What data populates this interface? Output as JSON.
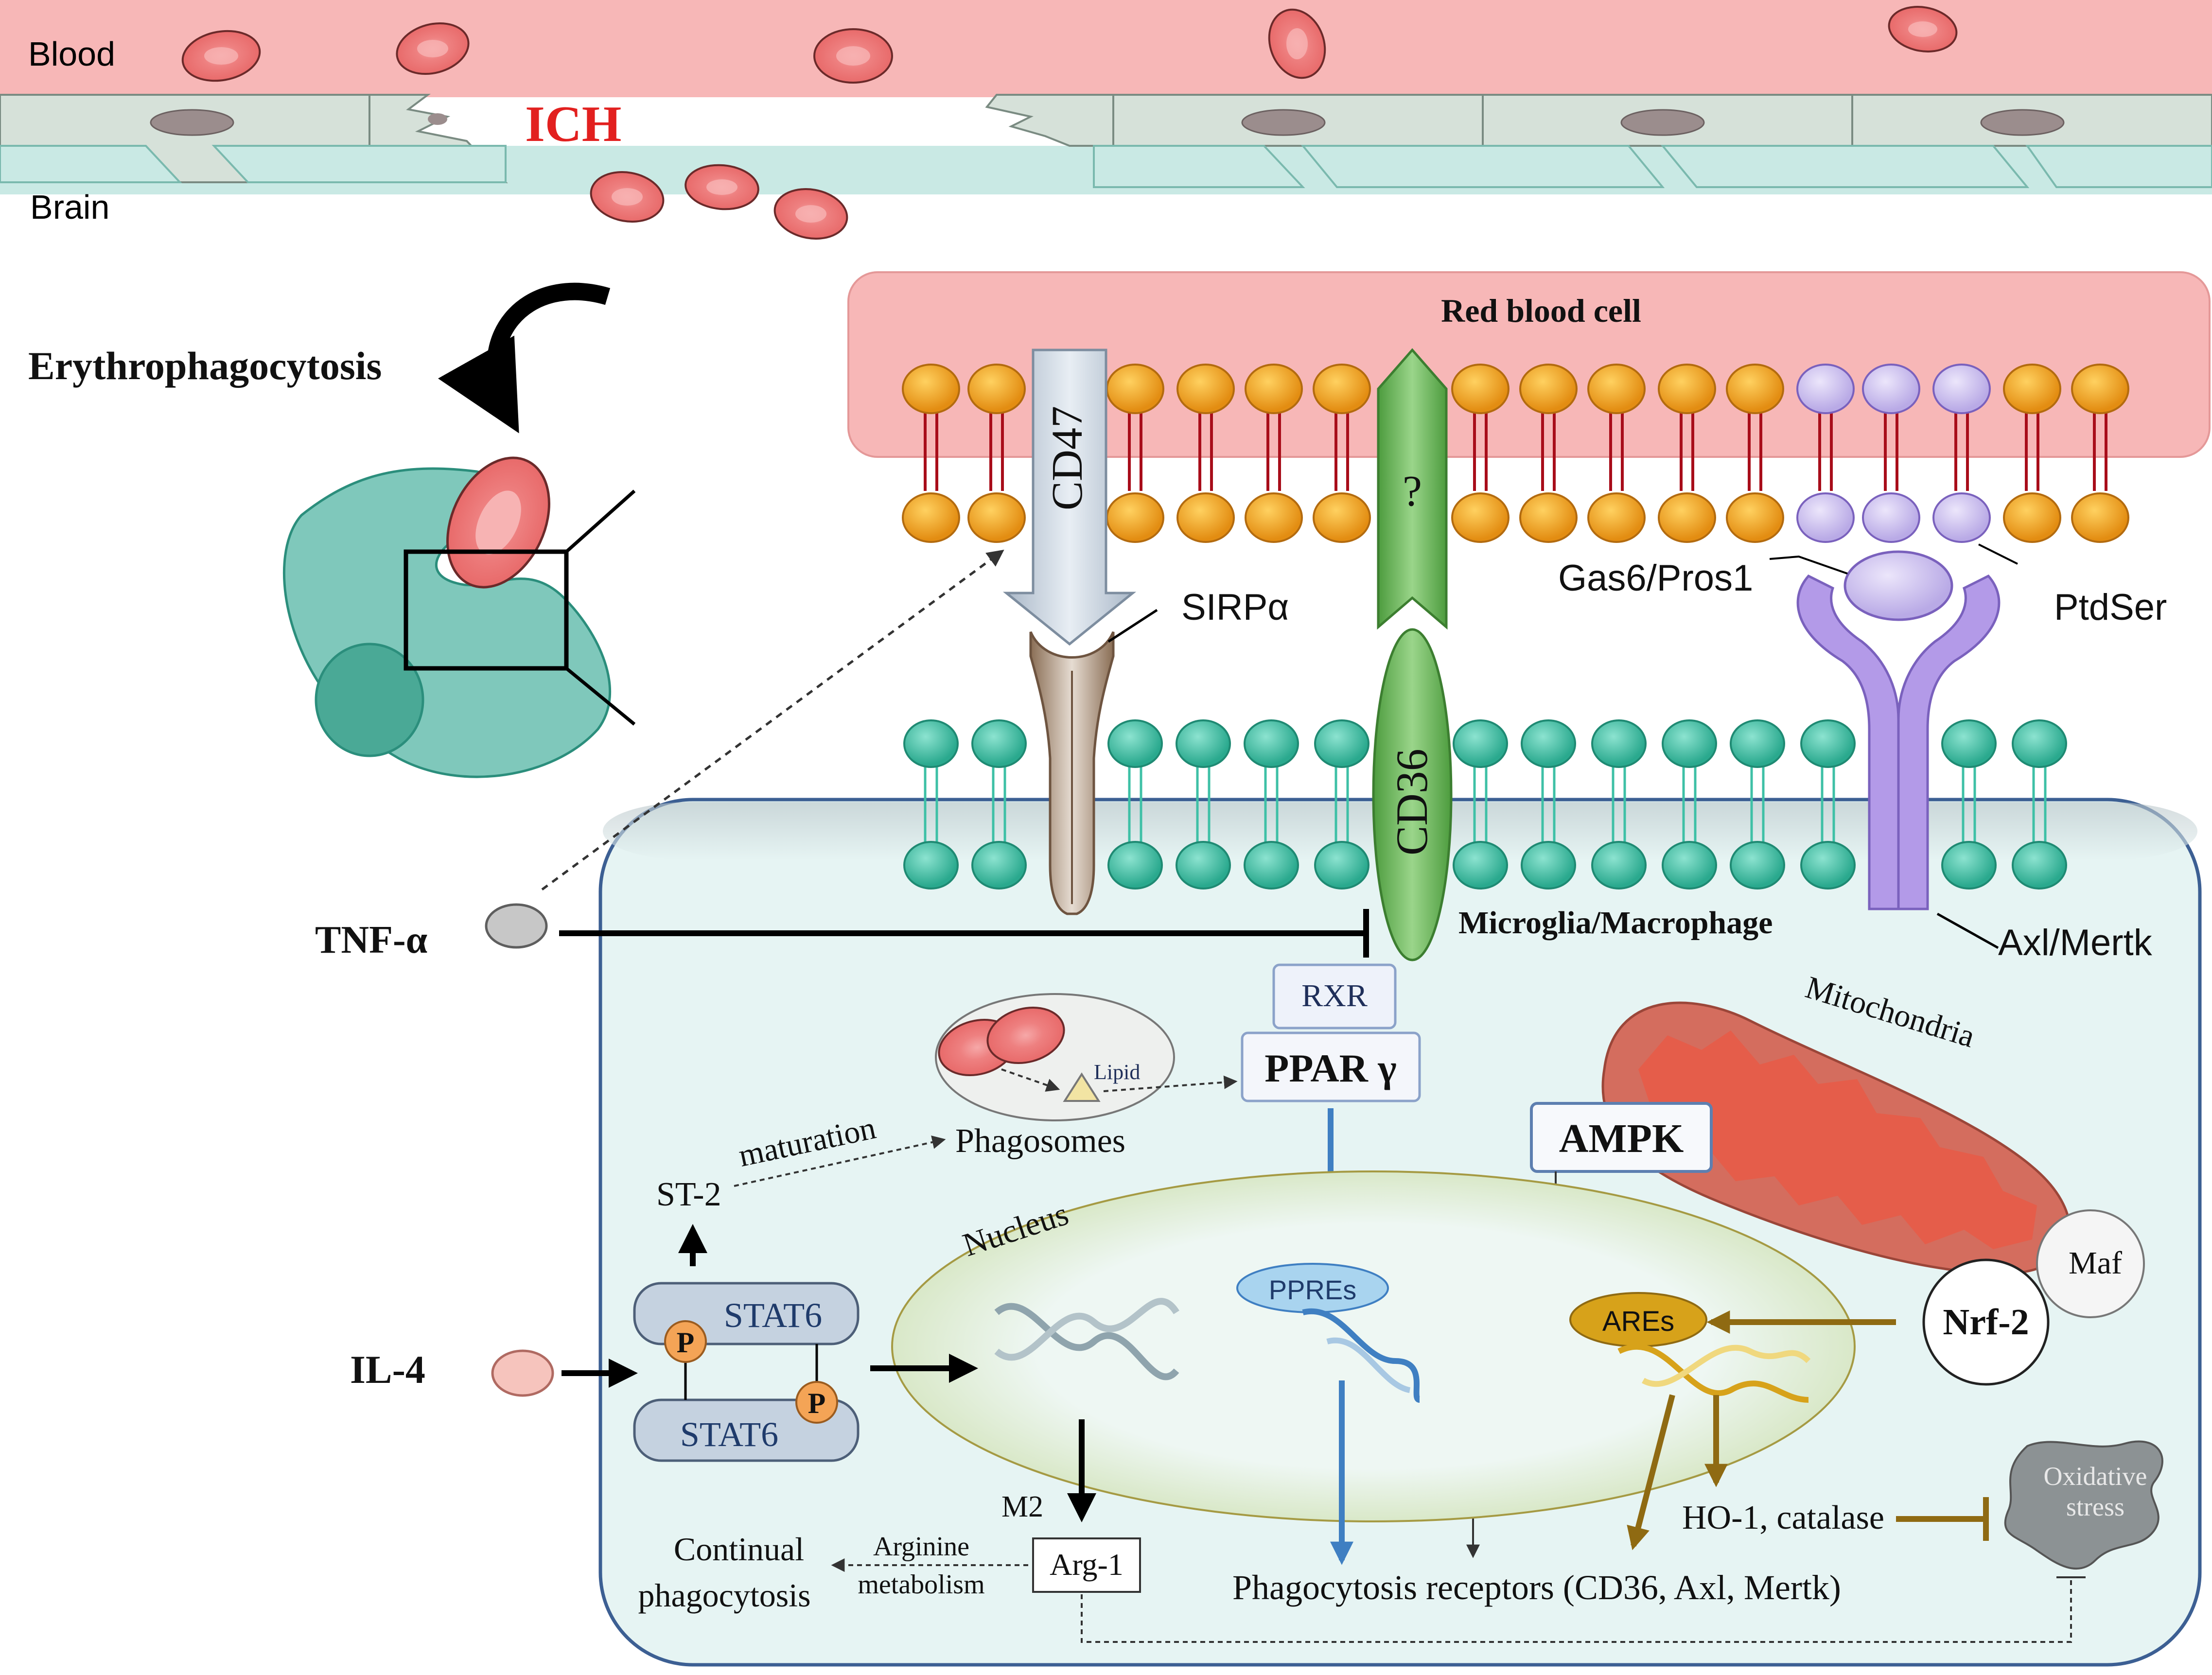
{
  "labels": {
    "blood": "Blood",
    "brain": "Brain",
    "ich": "ICH",
    "erythrophagocytosis": "Erythrophagocytosis",
    "red_blood_cell": "Red blood cell",
    "cd47": "CD47",
    "question": "?",
    "cd36": "CD36",
    "sirpa": "SIRPα",
    "gas6_pros1": "Gas6/Pros1",
    "ptdser": "PtdSer",
    "axl_mertk": "Axl/Mertk",
    "microglia": "Microglia/Macrophage",
    "tnf": "TNF-α",
    "il4": "IL-4",
    "rxr": "RXR",
    "ppar": "PPAR γ",
    "lipid": "Lipid",
    "phagosomes": "Phagosomes",
    "maturation": "maturation",
    "st2": "ST-2",
    "nucleus": "Nucleus",
    "mitochondria": "Mitochondria",
    "ampk": "AMPK",
    "maf": "Maf",
    "nrf2": "Nrf-2",
    "ppres": "PPREs",
    "ares": "AREs",
    "stat6_top": "STAT6",
    "stat6_bottom": "STAT6",
    "p1": "P",
    "p2": "P",
    "m2": "M2",
    "arg1": "Arg-1",
    "arginine": "Arginine",
    "metabolism": "metabolism",
    "continual": "Continual",
    "phagocytosis": "phagocytosis",
    "ho1": "HO-1, catalase",
    "oxidative": "Oxidative",
    "stress": "stress",
    "receptors": "Phagocytosis receptors (CD36, Axl, Mertk)"
  },
  "colors": {
    "blood": "#f7b7b7",
    "vessel_cell": "#d6e1d9",
    "brain": "#c9e9e4",
    "rbc": "#ef7d7d",
    "rbc_membrane_head": "#f2a222",
    "lipid_tail": "#a80d1a",
    "teal_head": "#3ec0a6",
    "cell_body": "#e6f4f3",
    "cell_border": "#3c5f93",
    "cd47": "#c5d2e0",
    "green": "#6cbd5a",
    "purple": "#b39ae8",
    "mitochondria": "#e55d4a",
    "are": "#d7a21a",
    "brown_arrow": "#8f6a12",
    "blue_arrow": "#3f7fc2",
    "ich_text": "#e2201f"
  }
}
